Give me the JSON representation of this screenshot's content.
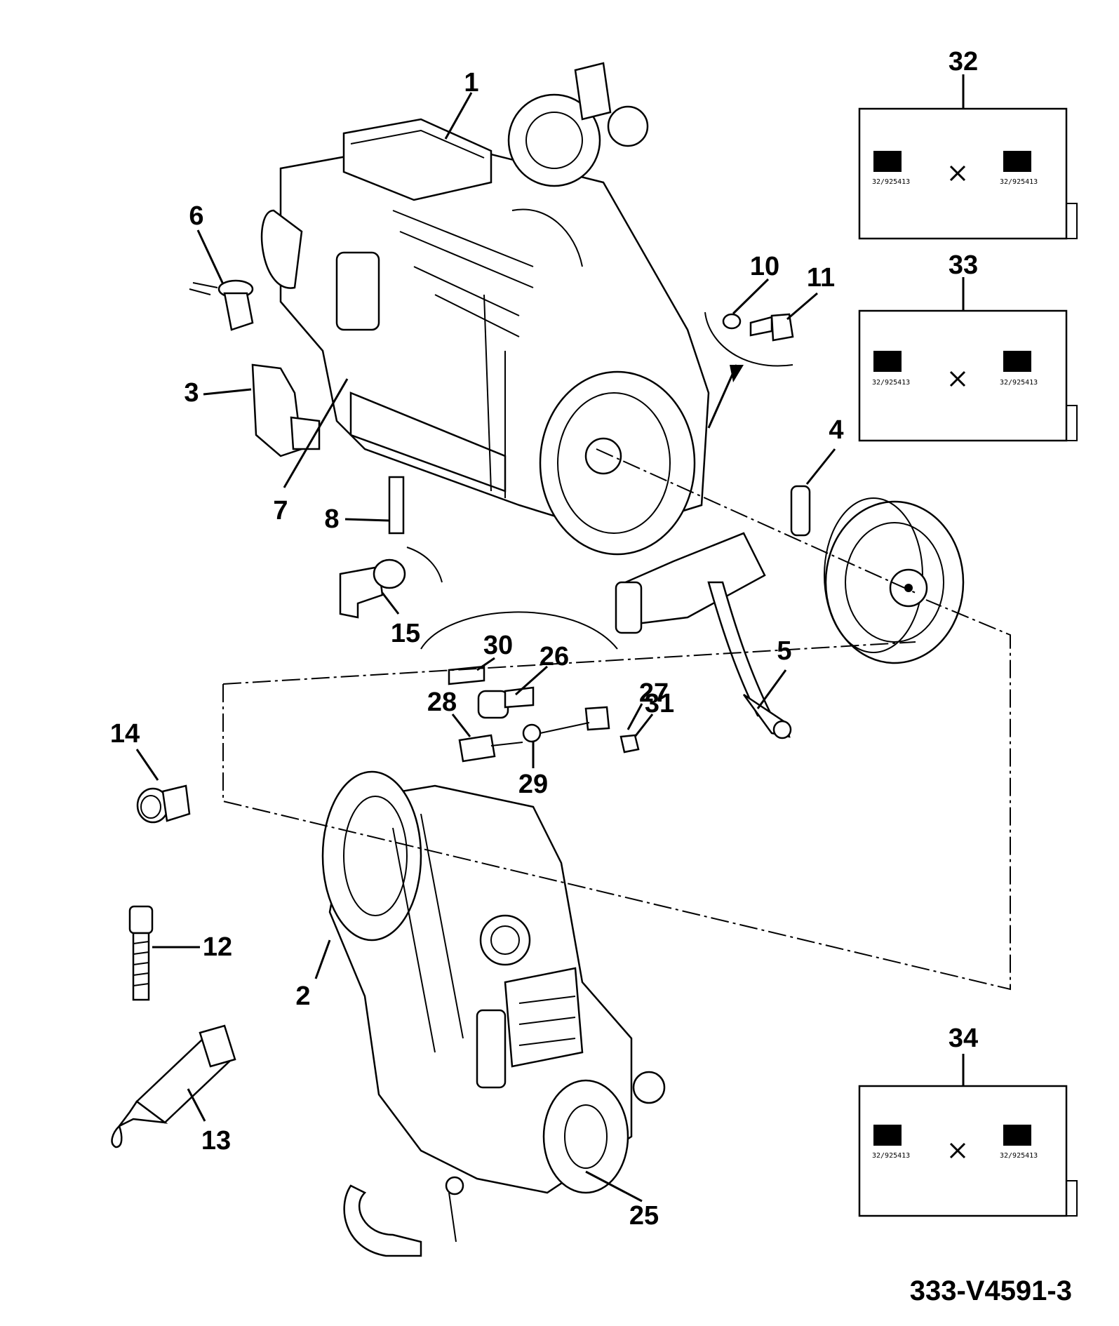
{
  "callouts": {
    "c1": "1",
    "c2": "2",
    "c3": "3",
    "c4": "4",
    "c5": "5",
    "c6": "6",
    "c7": "7",
    "c8": "8",
    "c10": "10",
    "c11": "11",
    "c12": "12",
    "c13": "13",
    "c14": "14",
    "c15": "15",
    "c25": "25",
    "c26": "26",
    "c27": "27",
    "c28": "28",
    "c29": "29",
    "c30": "30",
    "c31": "31",
    "c32": "32",
    "c33": "33",
    "c34": "34"
  },
  "decal_code": "32/925413",
  "drawing_number": "333-V4591-3"
}
